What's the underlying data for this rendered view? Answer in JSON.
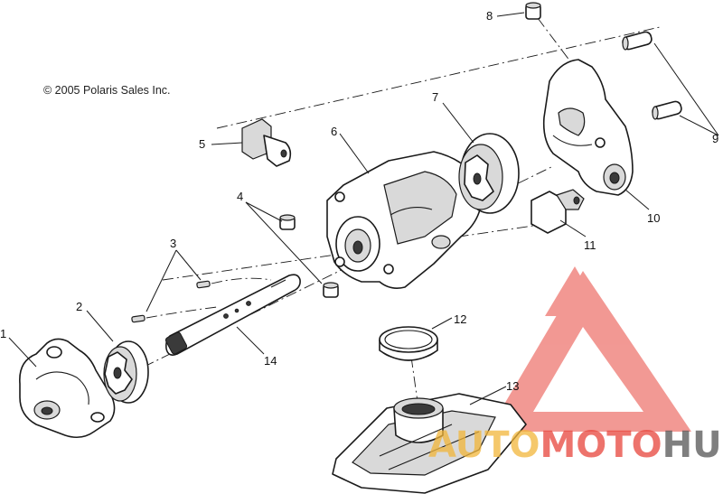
{
  "copyright": "© 2005 Polaris Sales Inc.",
  "callouts": [
    "1",
    "2",
    "3",
    "4",
    "5",
    "6",
    "7",
    "8",
    "9",
    "10",
    "11",
    "12",
    "13",
    "14"
  ],
  "watermark": {
    "part1": "AUTO",
    "part2": "MOTO",
    "part3": "HUB",
    "colors": {
      "auto": "#f2b63a",
      "moto": "#e8453c",
      "hub": "#555555",
      "triangle": "#e8453c"
    }
  }
}
